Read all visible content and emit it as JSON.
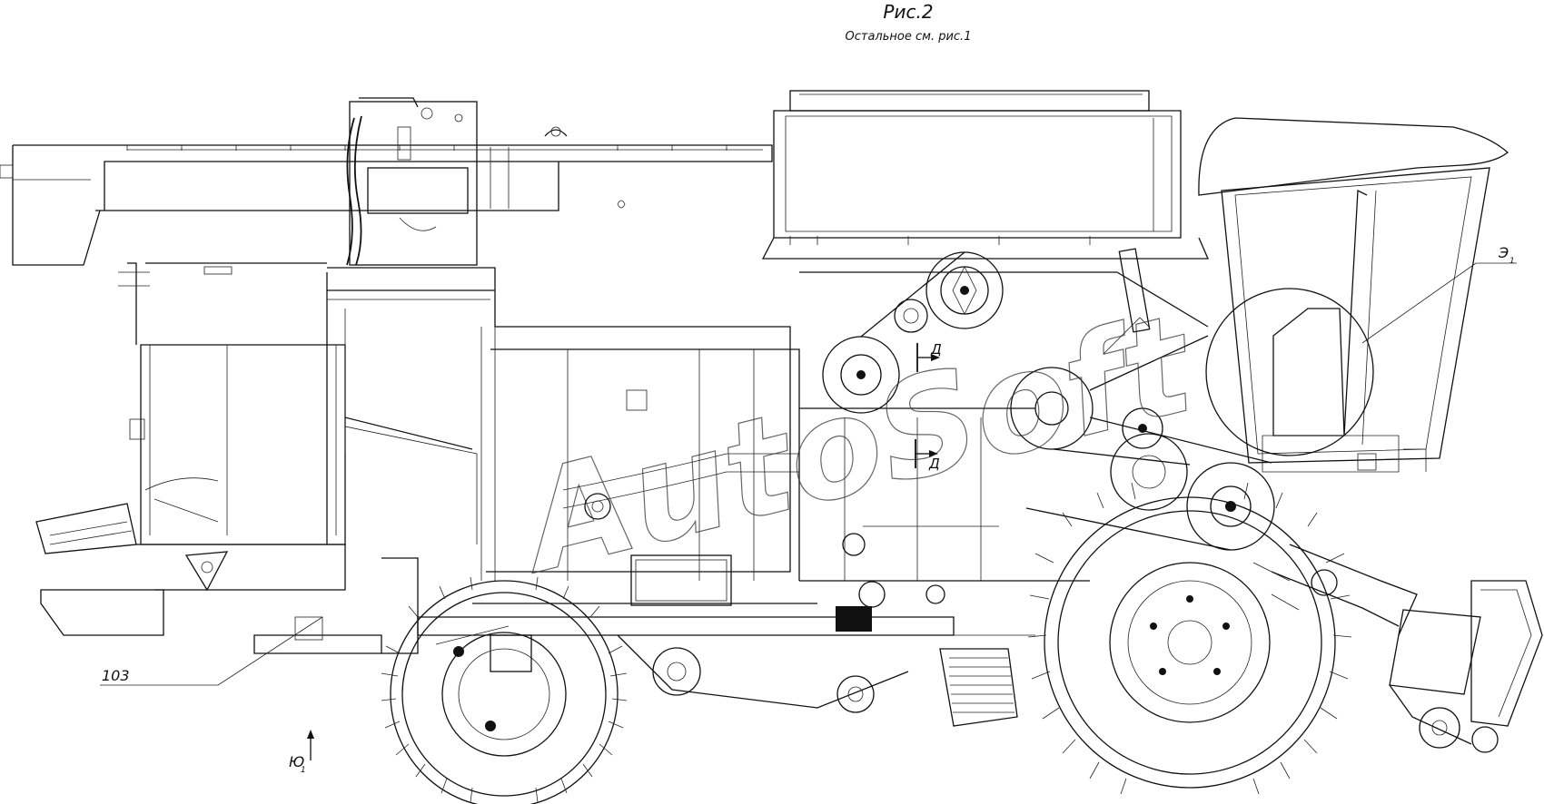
{
  "figure": {
    "title": "Рис.2",
    "subtitle": "Остальное см. рис.1"
  },
  "callouts": {
    "ref_103": "103",
    "ref_e1_main": "Э",
    "ref_e1_sub": "1",
    "ref_yu1_main": "Ю",
    "ref_yu1_sub": "1",
    "section_d_top": "Д",
    "section_d_bottom": "Д"
  },
  "watermark": {
    "text": "AutoSoft"
  }
}
